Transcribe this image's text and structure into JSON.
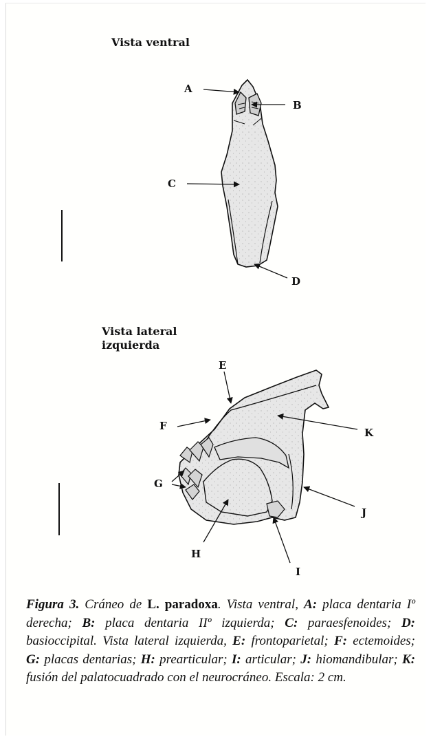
{
  "headings": {
    "ventral": "Vista ventral",
    "lateral_line1": "Vista lateral",
    "lateral_line2": "izquierda"
  },
  "labels": {
    "A": "A",
    "B": "B",
    "C": "C",
    "D": "D",
    "E": "E",
    "F": "F",
    "G": "G",
    "H": "H",
    "I": "I",
    "J": "J",
    "K": "K"
  },
  "caption": {
    "fig_num": "Figura 3.",
    "t1": " Cráneo de ",
    "species": "L. paradoxa",
    "t2": ". Vista ventral, ",
    "kA": "A:",
    "dA": " placa dentaria Iº derecha; ",
    "kB": "B:",
    "dB": " placa dentaria IIº izquierda; ",
    "kC": "C:",
    "dC": " paraesfenoides; ",
    "kD": "D:",
    "dD": " basioccipital. Vista lateral izquierda, ",
    "kE": "E:",
    "dE": " frontoparietal; ",
    "kF": "F:",
    "dF": " ectemoides; ",
    "kG": "G:",
    "dG": " placas dentarias; ",
    "kH": "H:",
    "dH": " prearticular; ",
    "kI": "I:",
    "dI": " articular; ",
    "kJ": "J:",
    "dJ": " hiomandibular; ",
    "kK": "K:",
    "dK": " fusión del palatocuadrado con el neurocráneo. Escala: 2 cm."
  },
  "colors": {
    "bone_fill": "#e6e6e6",
    "ink": "#111111"
  }
}
